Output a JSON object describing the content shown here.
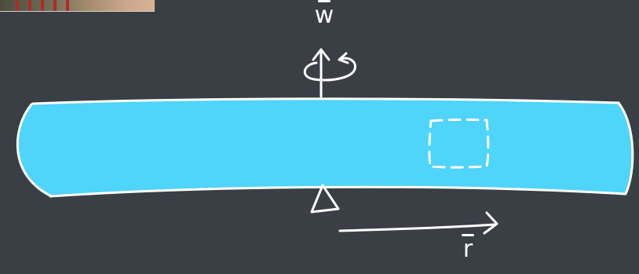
{
  "diagram": {
    "colors": {
      "background": "#3a3f46",
      "plate_fill": "#4fd4fa",
      "ink": "#ffffff"
    },
    "labels": {
      "angular_velocity": "w",
      "position_vector": "r"
    },
    "icons": {
      "rotation_arrow": "curved-rotation-arrow-icon",
      "pivot": "triangle-pivot-icon",
      "element": "dashed-square-element"
    }
  }
}
